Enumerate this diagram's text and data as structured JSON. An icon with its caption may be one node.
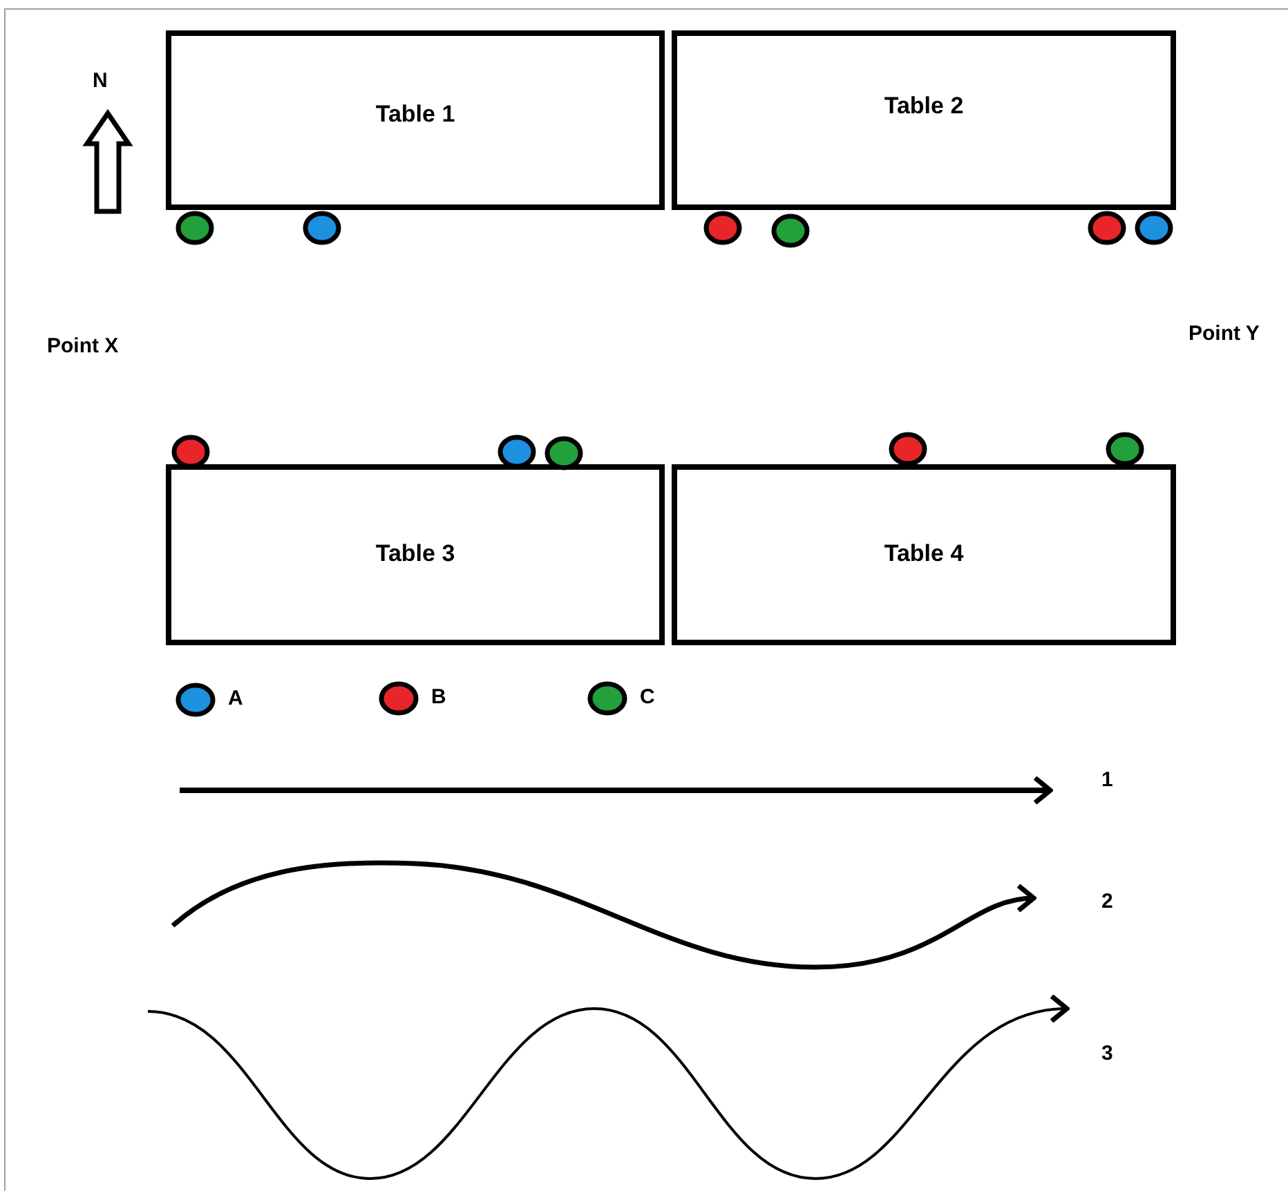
{
  "diagram": {
    "nodes": [
      {
        "text": [
          "Table 1"
        ]
      },
      {
        "text": [
          "Table 2"
        ]
      },
      {
        "text": [
          "Table 3"
        ]
      },
      {
        "text": [
          "Table 4"
        ]
      }
    ],
    "labels": [
      "N",
      "Point X",
      "Point Y",
      "1",
      "2",
      "3"
    ],
    "legend": [
      {
        "text": "A",
        "color": "#1e90e0"
      },
      {
        "text": "B",
        "color": "#e8262a"
      },
      {
        "text": "C",
        "color": "#22a03c"
      }
    ]
  }
}
